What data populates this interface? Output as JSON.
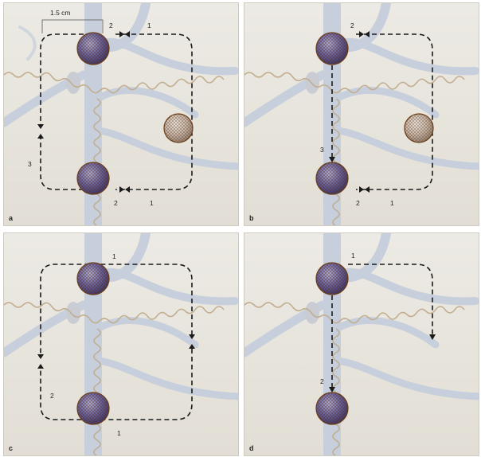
{
  "panels": [
    {
      "id": "a",
      "label": "a"
    },
    {
      "id": "b",
      "label": "b"
    },
    {
      "id": "c",
      "label": "c"
    },
    {
      "id": "d",
      "label": "d"
    }
  ],
  "labels": {
    "scale": "1.5 cm",
    "a": {
      "top_2": "2",
      "top_1": "1",
      "left_3": "3",
      "bottom_2": "2",
      "bottom_1": "1"
    },
    "b": {
      "top_2": "2",
      "mid_3": "3",
      "bottom_2": "2",
      "bottom_1": "1"
    },
    "c": {
      "top_1": "1",
      "left_2": "2",
      "bottom_1": "1"
    },
    "d": {
      "top_1": "1",
      "mid_2": "2"
    }
  },
  "colors": {
    "background": "#e8e5de",
    "vessel": "#c7d0dc",
    "nerve": "#c8b69a",
    "dashed_path": "#1a1a1a",
    "port_body": "#6a64a8",
    "port_ring": "#8a5a32"
  }
}
